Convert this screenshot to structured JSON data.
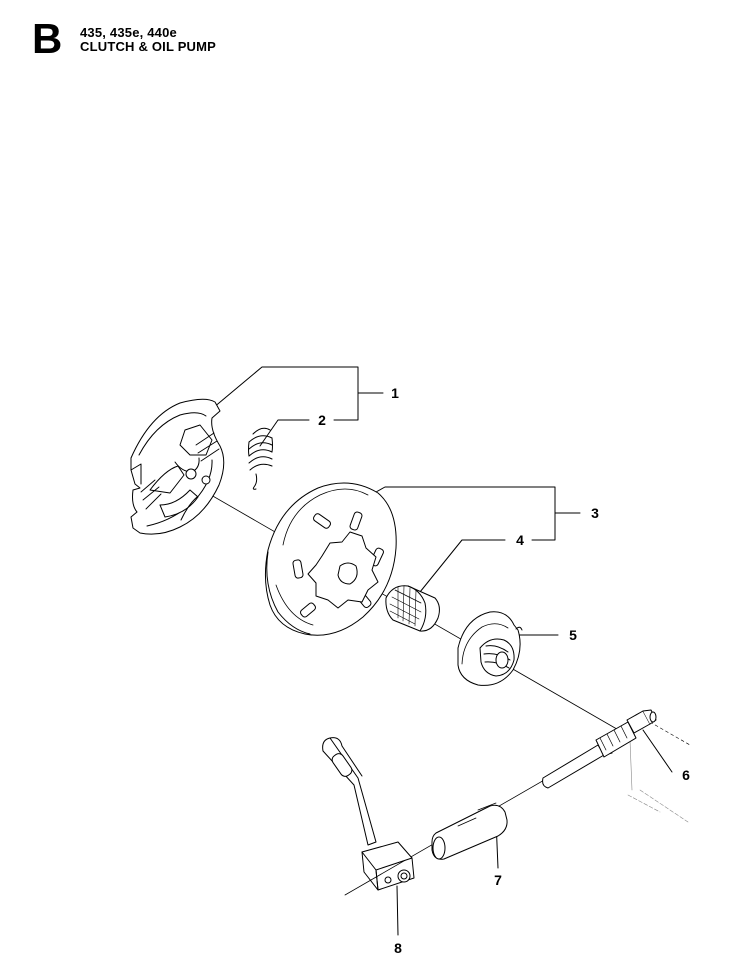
{
  "header": {
    "section_letter": "B",
    "models": "435, 435e, 440e",
    "title": "CLUTCH & OIL PUMP"
  },
  "callouts": [
    {
      "n": "1",
      "label": "1"
    },
    {
      "n": "2",
      "label": "2"
    },
    {
      "n": "3",
      "label": "3"
    },
    {
      "n": "4",
      "label": "4"
    },
    {
      "n": "5",
      "label": "5"
    },
    {
      "n": "6",
      "label": "6"
    },
    {
      "n": "7",
      "label": "7"
    },
    {
      "n": "8",
      "label": "8"
    }
  ]
}
